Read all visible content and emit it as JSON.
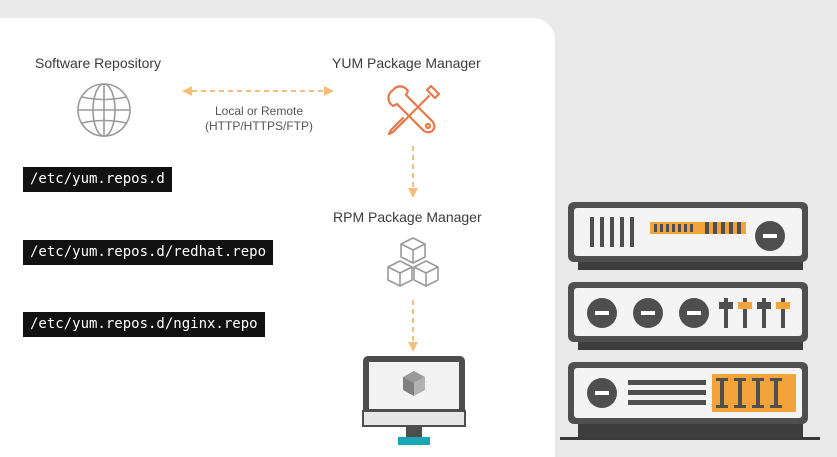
{
  "diagram": {
    "software_repository_label": "Software Repository",
    "yum_label": "YUM Package Manager",
    "connection_line1": "Local or Remote",
    "connection_line2": "(HTTP/HTTPS/FTP)",
    "rpm_label": "RPM Package Manager"
  },
  "paths": [
    "/etc/yum.repos.d",
    "/etc/yum.repos.d/redhat.repo",
    "/etc/yum.repos.d/nginx.repo"
  ],
  "icons": {
    "repository": "globe-icon",
    "yum": "wrench-screwdriver-icon",
    "rpm": "package-boxes-icon",
    "client": "computer-monitor-icon",
    "server": "server-rack-icon"
  },
  "colors": {
    "accent_orange": "#f2a33a",
    "dashed_arrow": "#f4bf7a",
    "icon_gray": "#9a9a9a",
    "server_dark": "#4f4f4f",
    "monitor_stand": "#1aa7b3"
  }
}
